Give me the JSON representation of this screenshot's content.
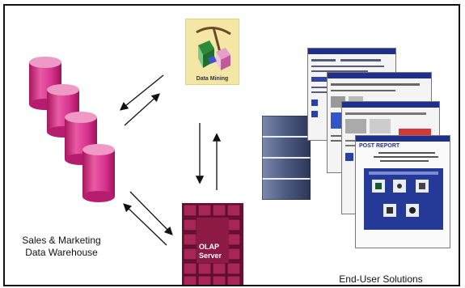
{
  "diagram": {
    "warehouse_label": [
      "Sales & Marketing",
      "Data Warehouse"
    ],
    "data_mining_label": "Data Mining",
    "olap_label": [
      "OLAP",
      "Server"
    ],
    "end_user_label": "End-User Solutions",
    "front_screen_title": "POST REPORT"
  },
  "colors": {
    "cylinder": "#d7338f",
    "cylinder_top": "#ef9ac6",
    "olap_cube": "#8c1a45",
    "monitor": "#4c5a80",
    "screen_titlebar": "#1f2f8c",
    "report_panel": "#243a96"
  }
}
